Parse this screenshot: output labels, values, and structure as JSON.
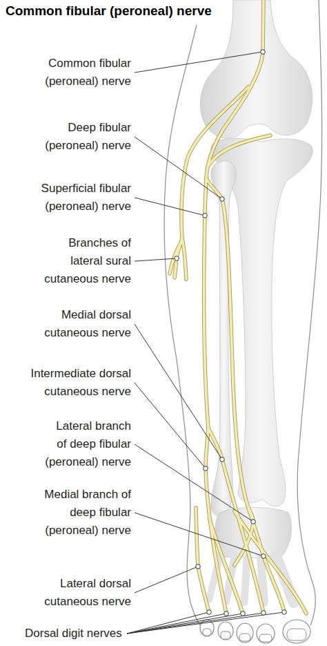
{
  "diagram": {
    "title": "Common fibular (peroneal) nerve",
    "labels": [
      "Common fibular (peroneal) nerve",
      "Deep fibular (peroneal) nerve",
      "Superficial fibular (peroneal) nerve",
      "Branches of lateral sural cutaneous nerve",
      "Medial dorsal cutaneous nerve",
      "Intermediate dorsal cutaneous nerve",
      "Lateral branch of deep fibular (peroneal) nerve",
      "Medial branch of deep fibular (peroneal) nerve",
      "Lateral dorsal cutaneous nerve",
      "Dorsal digit nerves"
    ]
  }
}
